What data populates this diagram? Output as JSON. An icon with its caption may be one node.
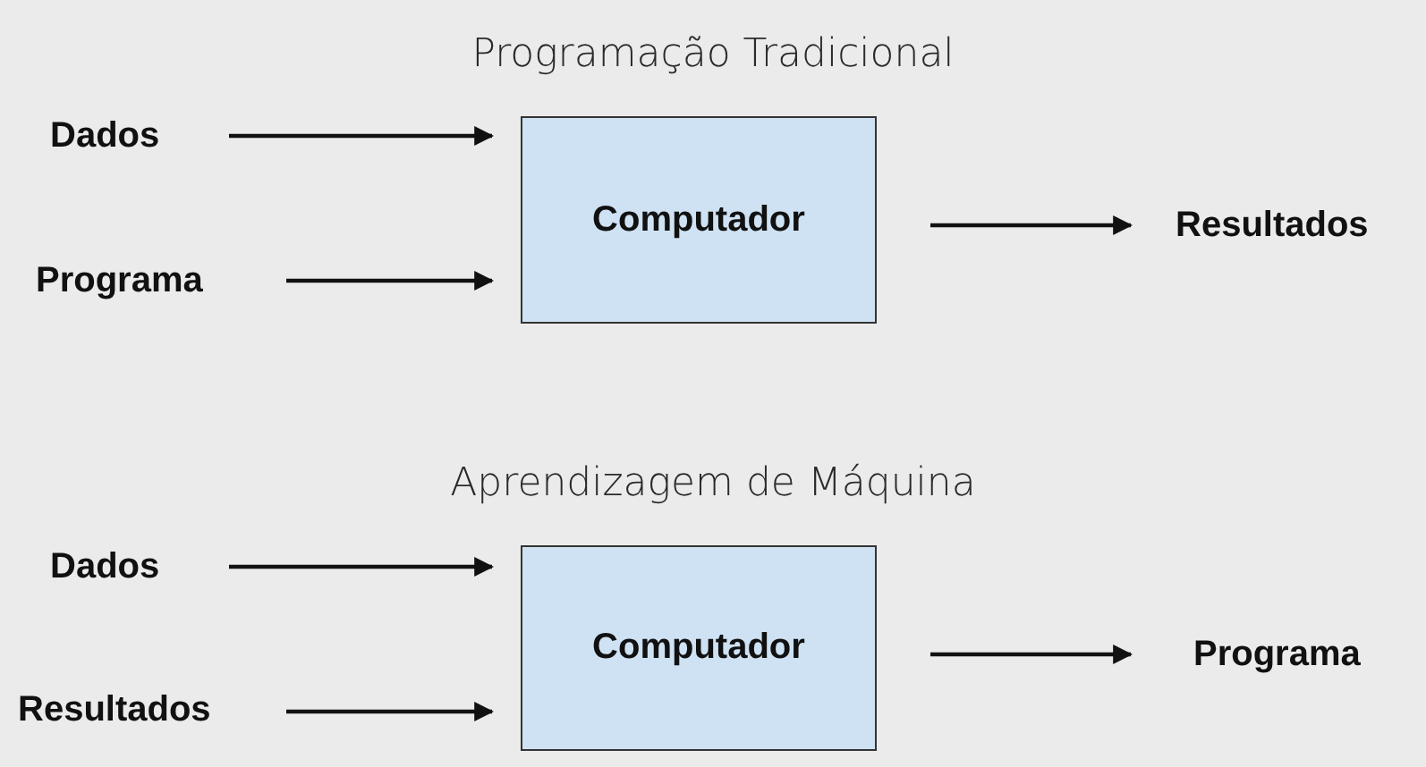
{
  "diagram": {
    "nodes": [
      {
        "text": [
          "Dados"
        ]
      },
      {
        "text": [
          "Programa"
        ]
      },
      {
        "text": [
          "Computador"
        ]
      },
      {
        "text": [
          "Resultados"
        ]
      },
      {
        "text": [
          "Dados"
        ]
      },
      {
        "text": [
          "Resultados"
        ]
      },
      {
        "text": [
          "Computador"
        ]
      },
      {
        "text": [
          "Programa"
        ]
      }
    ],
    "edges": [
      {
        "from": 0,
        "to": 2,
        "arrow": "to"
      },
      {
        "from": 1,
        "to": 2,
        "arrow": "to"
      },
      {
        "from": 2,
        "to": 3,
        "arrow": "to"
      },
      {
        "from": 4,
        "to": 6,
        "arrow": "to"
      },
      {
        "from": 5,
        "to": 6,
        "arrow": "to"
      },
      {
        "from": 6,
        "to": 7,
        "arrow": "to"
      }
    ],
    "labels": [
      "Programação Tradicional",
      "Aprendizagem de Máquina"
    ]
  }
}
